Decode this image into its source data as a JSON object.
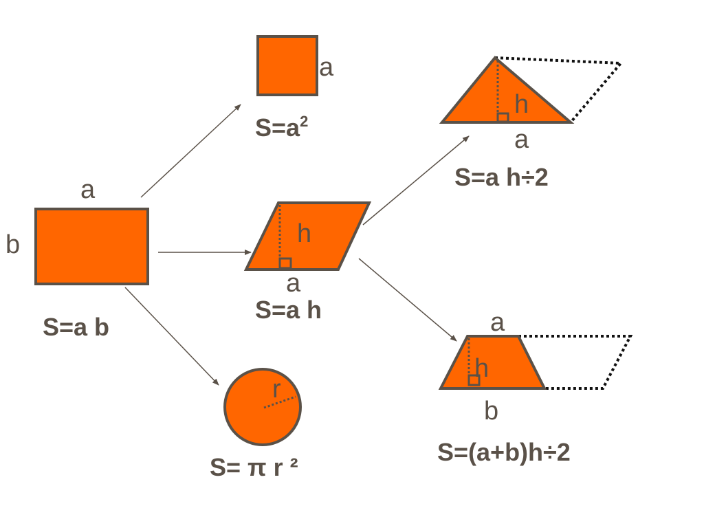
{
  "colors": {
    "fill": "#ff6600",
    "stroke": "#5a5148",
    "text": "#5a5148",
    "dotted": "#111111"
  },
  "rectangle": {
    "label_top": "a",
    "label_left": "b",
    "formula": "S=a b"
  },
  "square": {
    "label_side": "a",
    "formula_base": "S=a",
    "formula_exp": "2"
  },
  "parallelogram": {
    "label_height": "h",
    "label_base": "a",
    "formula": "S=a h"
  },
  "triangle": {
    "label_height": "h",
    "label_base": "a",
    "formula": "S=a h÷2"
  },
  "trapezoid": {
    "label_top": "a",
    "label_height": "h",
    "label_bottom": "b",
    "formula": "S=(a+b)h÷2"
  },
  "circle": {
    "label_radius": "r",
    "formula": "S= π r ²"
  },
  "icons": [
    "arrow-icon"
  ]
}
